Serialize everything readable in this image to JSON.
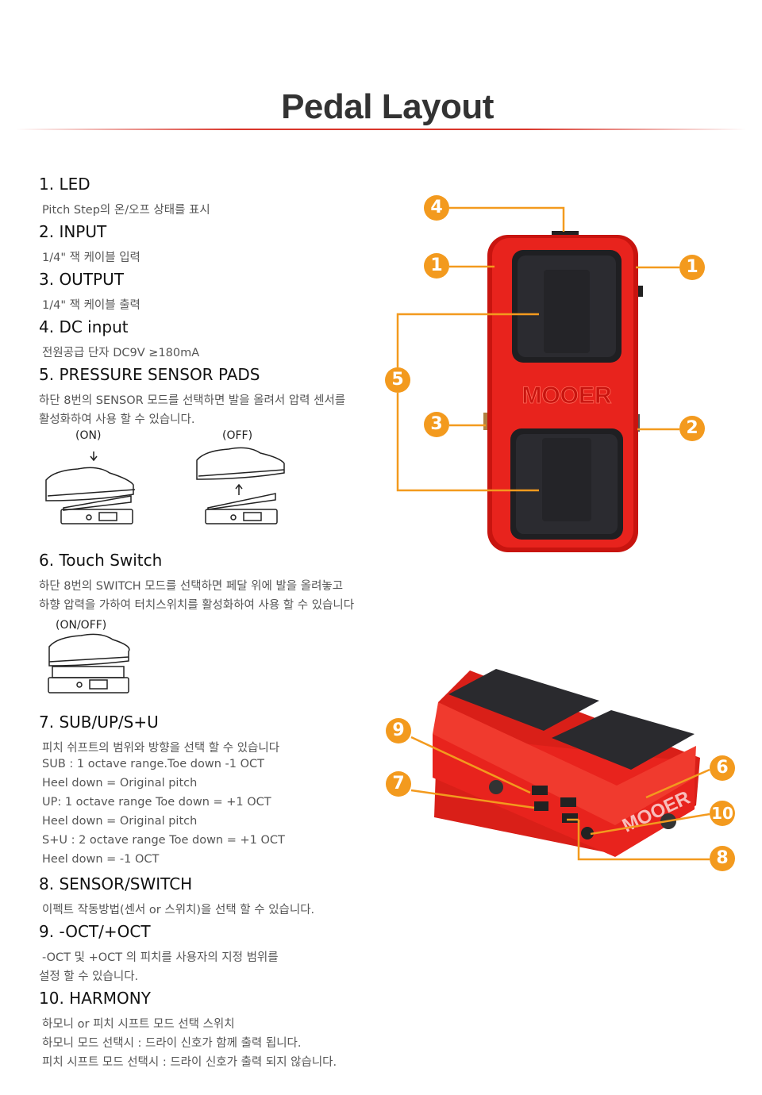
{
  "title": "Pedal Layout",
  "items": [
    {
      "heading": "1. LED",
      "lines": [
        "Pitch Step의 온/오프 상태를 표시"
      ]
    },
    {
      "heading": "2. INPUT",
      "lines": [
        "1/4\" 잭 케이블 입력"
      ]
    },
    {
      "heading": "3. OUTPUT",
      "lines": [
        "1/4\" 잭 케이블 출력"
      ]
    },
    {
      "heading": "4. DC input",
      "lines": [
        "전원공급 단자 DC9V ≥180mA"
      ]
    },
    {
      "heading": "5. PRESSURE SENSOR PADS",
      "lines": [
        "하단 8번의 SENSOR 모드를 선택하면 발을 올려서 압력 센서를",
        "활성화하여 사용 할 수 있습니다."
      ]
    },
    {
      "heading": "6. Touch Switch",
      "lines": [
        "하단 8번의 SWITCH 모드를 선택하면 페달 위에 발을 올려놓고",
        "하향 압력을 가하여 터치스위치를 활성화하여 사용 할 수 있습니다"
      ]
    },
    {
      "heading": "7. SUB/UP/S+U",
      "lines": [
        "피치 쉬프트의 범위와 방향을 선택 할 수 있습니다",
        "SUB : 1 octave range.Toe down  -1 OCT",
        "Heel down = Original pitch",
        "UP: 1 octave range Toe down = +1 OCT",
        "Heel down = Original pitch",
        "S+U : 2 octave range Toe down = +1 OCT",
        "Heel down = -1 OCT"
      ]
    },
    {
      "heading": "8. SENSOR/SWITCH",
      "lines": [
        "이펙트 작동방법(센서 or 스위치)을 선택 할 수 있습니다."
      ]
    },
    {
      "heading": "9. -OCT/+OCT",
      "lines": [
        "-OCT 및 +OCT 의 피치를 사용자의 지정 범위를",
        "설정 할 수 있습니다."
      ]
    },
    {
      "heading": "10. HARMONY",
      "lines": [
        "하모니 or 피치 시프트 모드  선택  스위치",
        "하모니 모드 선택시 : 드라이 신호가 함께 출력 됩니다.",
        "피치 시프트 모드 선택시 : 드라이 신호가 출력 되지 않습니다."
      ]
    }
  ],
  "captions": {
    "on": "(ON)",
    "off": "(OFF)",
    "onoff": "(ON/OFF)"
  },
  "brand": "MOOER",
  "callouts": [
    "4",
    "1",
    "1",
    "5",
    "3",
    "2",
    "9",
    "7",
    "6",
    "10",
    "8"
  ],
  "colors": {
    "accent": "#f39a1e",
    "pedal": "#e8231d",
    "rule": "#d9362b"
  }
}
